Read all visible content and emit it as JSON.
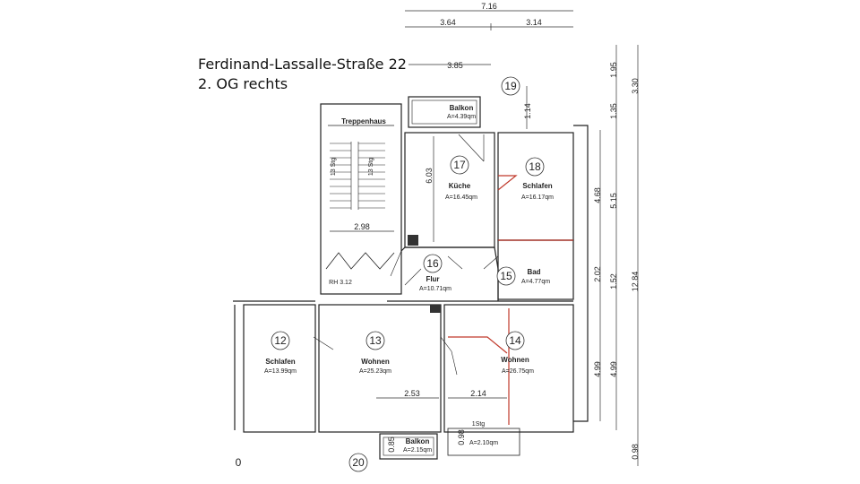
{
  "header": {
    "address": "Ferdinand-Lassalle-Straße 22",
    "floor": "2. OG rechts"
  },
  "rooms": [
    {
      "id": "r12",
      "num": "12",
      "name": "Schlafen",
      "area": "A=13.99qm"
    },
    {
      "id": "r13",
      "num": "13",
      "name": "Wohnen",
      "area": "A=25.23qm"
    },
    {
      "id": "r14",
      "num": "14",
      "name": "Wohnen",
      "area": "A=26.75qm"
    },
    {
      "id": "r15",
      "num": "15",
      "name": "Bad",
      "area": "A=4.77qm"
    },
    {
      "id": "r16",
      "num": "16",
      "name": "Flur",
      "area": "A=10.71qm"
    },
    {
      "id": "r17",
      "num": "17",
      "name": "Küche",
      "area": "A=16.45qm"
    },
    {
      "id": "r18",
      "num": "18",
      "name": "Schlafen",
      "area": "A=16.17qm"
    },
    {
      "id": "r19",
      "num": "19",
      "name": "Balkon",
      "area": "A=4.39qm"
    },
    {
      "id": "r20",
      "num": "20",
      "name": "Balkon",
      "area": "A=2.15qm"
    }
  ],
  "labels": {
    "stair": "Treppenhaus",
    "stair_left": "13 Stg",
    "stair_right": "13 Stg",
    "rh": "RH 3.12",
    "steps": "1Stg",
    "landing_area": "A=2.10qm",
    "partial_left": "0"
  },
  "dims": {
    "top_total": "7.16",
    "top_left": "3.64",
    "top_right": "3.14",
    "top_balcony": "3.85",
    "v_kitchen": "6.03",
    "v_balcony": "1.14",
    "stair_width": "2.98",
    "w_left": "2.53",
    "w_right": "2.14",
    "small_085": "0.85",
    "small_098": "0.98",
    "r_195": "1.95",
    "r_330": "3.30",
    "r_135": "1.35",
    "r_468": "4.68",
    "r_515": "5.15",
    "r_202": "2.02",
    "r_152": "1.52",
    "r_1284": "12.84",
    "r_499a": "4.99",
    "r_499b": "4.99",
    "r_098": "0.98"
  }
}
